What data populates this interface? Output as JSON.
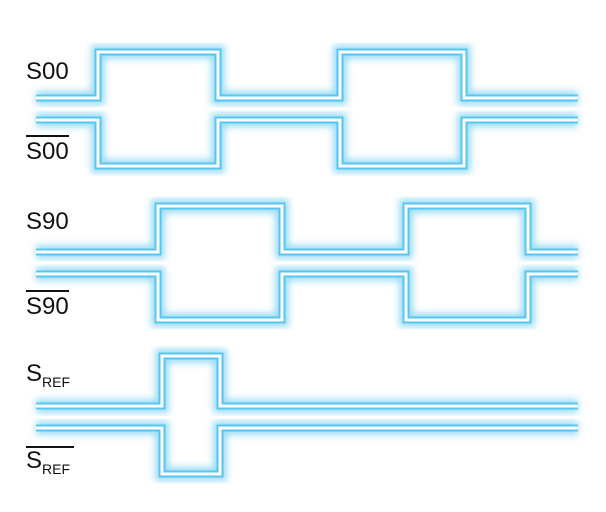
{
  "signals": [
    {
      "id": "s00",
      "label_main": "S00",
      "label_sub": "",
      "inverted": false
    },
    {
      "id": "s00b",
      "label_main": "S00",
      "label_sub": "",
      "inverted": true
    },
    {
      "id": "s90",
      "label_main": "S90",
      "label_sub": "",
      "inverted": false
    },
    {
      "id": "s90b",
      "label_main": "S90",
      "label_sub": "",
      "inverted": true
    },
    {
      "id": "sref",
      "label_main": "S",
      "label_sub": "REF",
      "inverted": false
    },
    {
      "id": "srefb",
      "label_main": "S",
      "label_sub": "REF",
      "inverted": true
    }
  ],
  "style": {
    "glow_color": "#4ec3ef",
    "core_color": "#ffffff"
  }
}
